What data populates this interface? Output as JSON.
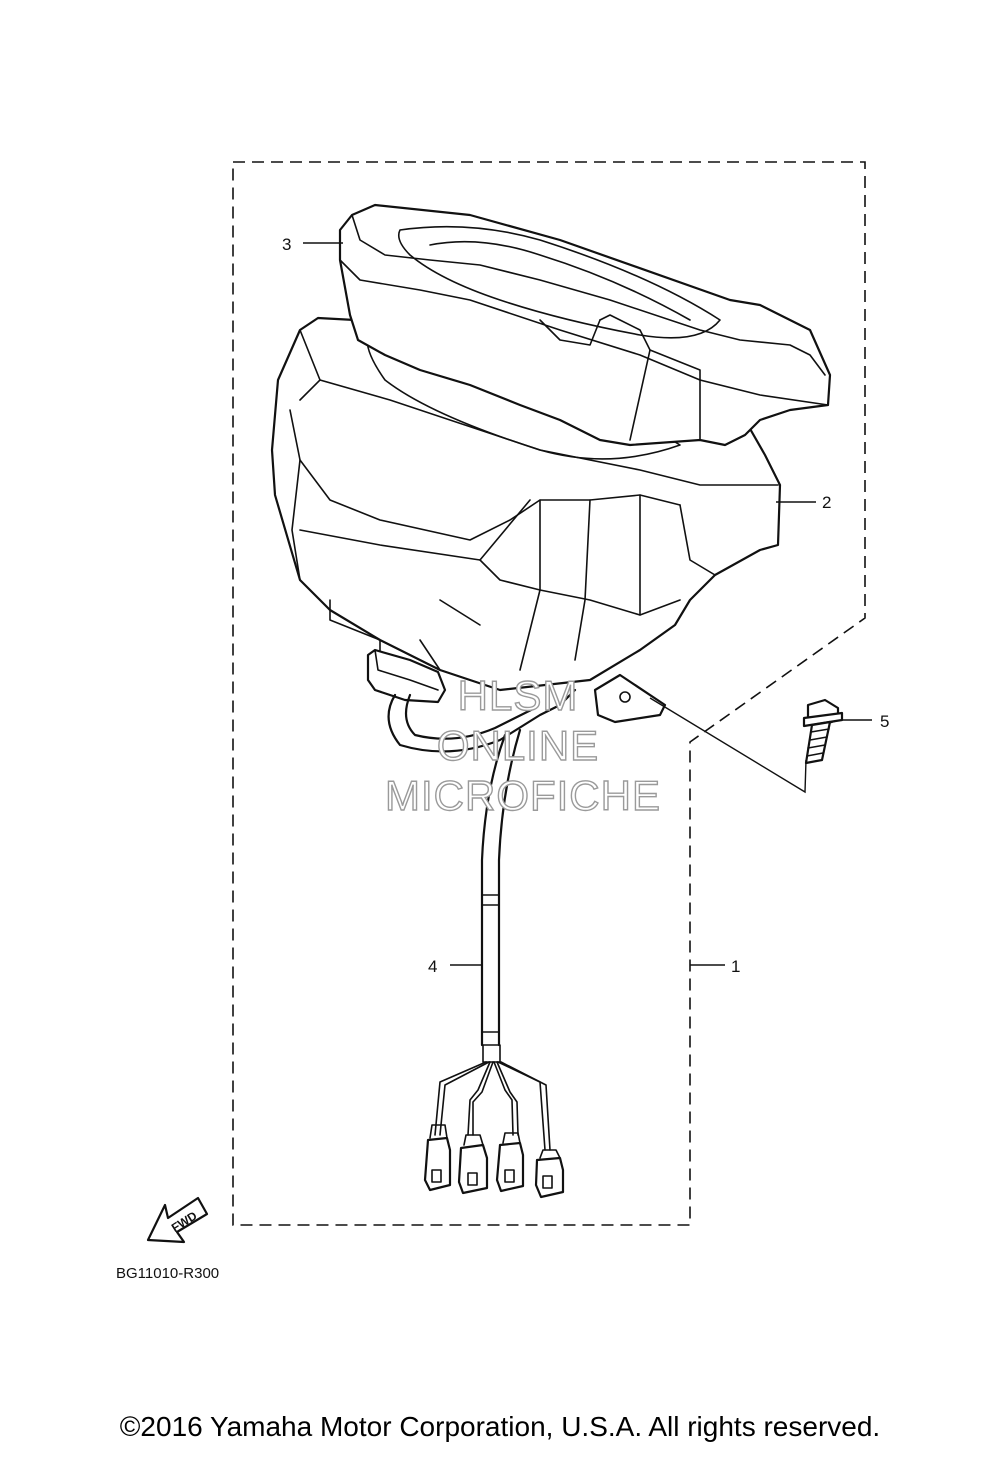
{
  "callouts": [
    {
      "id": "1",
      "label": "1"
    },
    {
      "id": "2",
      "label": "2"
    },
    {
      "id": "3",
      "label": "3"
    },
    {
      "id": "4",
      "label": "4"
    },
    {
      "id": "5",
      "label": "5"
    }
  ],
  "watermark": {
    "line1": "HLSM",
    "line2": "ONLINE",
    "line3": "MICROFICHE"
  },
  "fwd_label": "FWD",
  "drawing_code": "BG11010-R300",
  "copyright": "©2016 Yamaha Motor Corporation, U.S.A. All rights reserved."
}
